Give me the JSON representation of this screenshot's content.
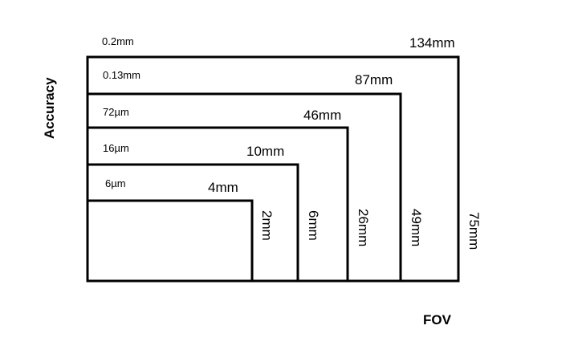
{
  "axes": {
    "y_label": "Accuracy",
    "x_label": "FOV"
  },
  "levels": [
    {
      "accuracy": "0.2mm",
      "width": "134mm",
      "height": "75mm"
    },
    {
      "accuracy": "0.13mm",
      "width": "87mm",
      "height": "49mm"
    },
    {
      "accuracy": "72µm",
      "width": "46mm",
      "height": "26mm"
    },
    {
      "accuracy": "16µm",
      "width": "10mm",
      "height": "6mm"
    },
    {
      "accuracy": "6µm",
      "width": "4mm",
      "height": "2mm"
    }
  ]
}
